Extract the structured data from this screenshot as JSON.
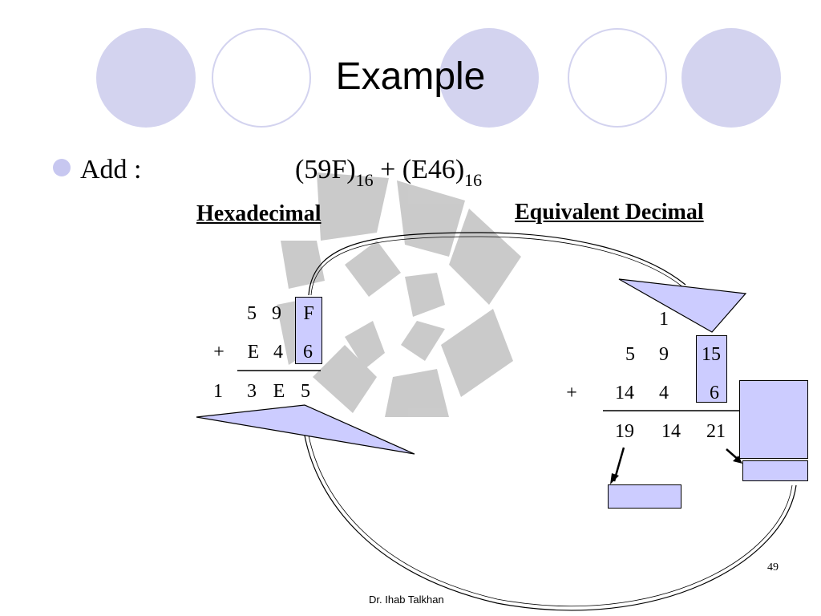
{
  "slide": {
    "title": "Example",
    "bullet": {
      "label": "Add :",
      "op1": "(59F)",
      "op1_base": "16",
      "plus": " + ",
      "op2": "(E46)",
      "op2_base": "16"
    },
    "hex_heading": "Hexadecimal",
    "dec_heading": "Equivalent Decimal",
    "hex": {
      "row1": [
        "5",
        "9",
        "F"
      ],
      "row2": [
        "+",
        "E",
        "4",
        "6"
      ],
      "result": [
        "1",
        "3",
        "E",
        "5"
      ]
    },
    "dec": {
      "carry": "1",
      "row1": [
        "5",
        "9",
        "15"
      ],
      "row2": [
        "+",
        "14",
        "4",
        "6"
      ],
      "result": [
        "19",
        "14",
        "21"
      ]
    },
    "page_number": "49",
    "author": "Dr. Ihab Talkhan"
  },
  "colors": {
    "accent_fill": "#d3d3ef",
    "box_fill": "#ccccff",
    "watermark": "#c8c8c8"
  }
}
